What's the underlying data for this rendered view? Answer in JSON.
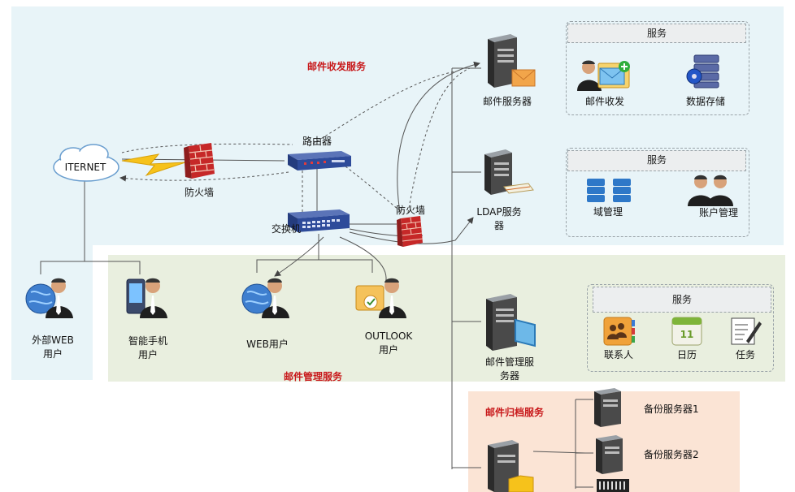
{
  "zones": {
    "mail_send_receive": "邮件收发服务",
    "mail_management": "邮件管理服务",
    "mail_archive": "邮件归档服务"
  },
  "nodes": {
    "internet": "ITERNET",
    "firewall_left": "防火墙",
    "router": "路由器",
    "switch": "交换机",
    "firewall_right": "防火墙",
    "mail_server": "邮件服务器",
    "ldap_server_line1": "LDAP服务",
    "ldap_server_line2": "器",
    "mail_mgmt_server_line1": "邮件管理服",
    "mail_mgmt_server_line2": "务器",
    "external_web_user_line1": "外部WEB",
    "external_web_user_line2": "用户",
    "smartphone_user_line1": "智能手机",
    "smartphone_user_line2": "用户",
    "web_user": "WEB用户",
    "outlook_user_line1": "OUTLOOK",
    "outlook_user_line2": "用户",
    "backup_server_1": "备份服务器1",
    "backup_server_2": "备份服务器2"
  },
  "service_panels": {
    "mail": {
      "title": "服务",
      "items": [
        "邮件收发",
        "数据存储"
      ]
    },
    "ldap": {
      "title": "服务",
      "items": [
        "域管理",
        "账户管理"
      ]
    },
    "management": {
      "title": "服务",
      "items": [
        "联系人",
        "日历",
        "任务"
      ]
    }
  },
  "calendar_day": "11",
  "colors": {
    "top_zone": "#e8f4f8",
    "mgmt_zone": "#e9efdf",
    "archive_zone": "#fbe4d5",
    "zone_label": "#c8191b"
  }
}
